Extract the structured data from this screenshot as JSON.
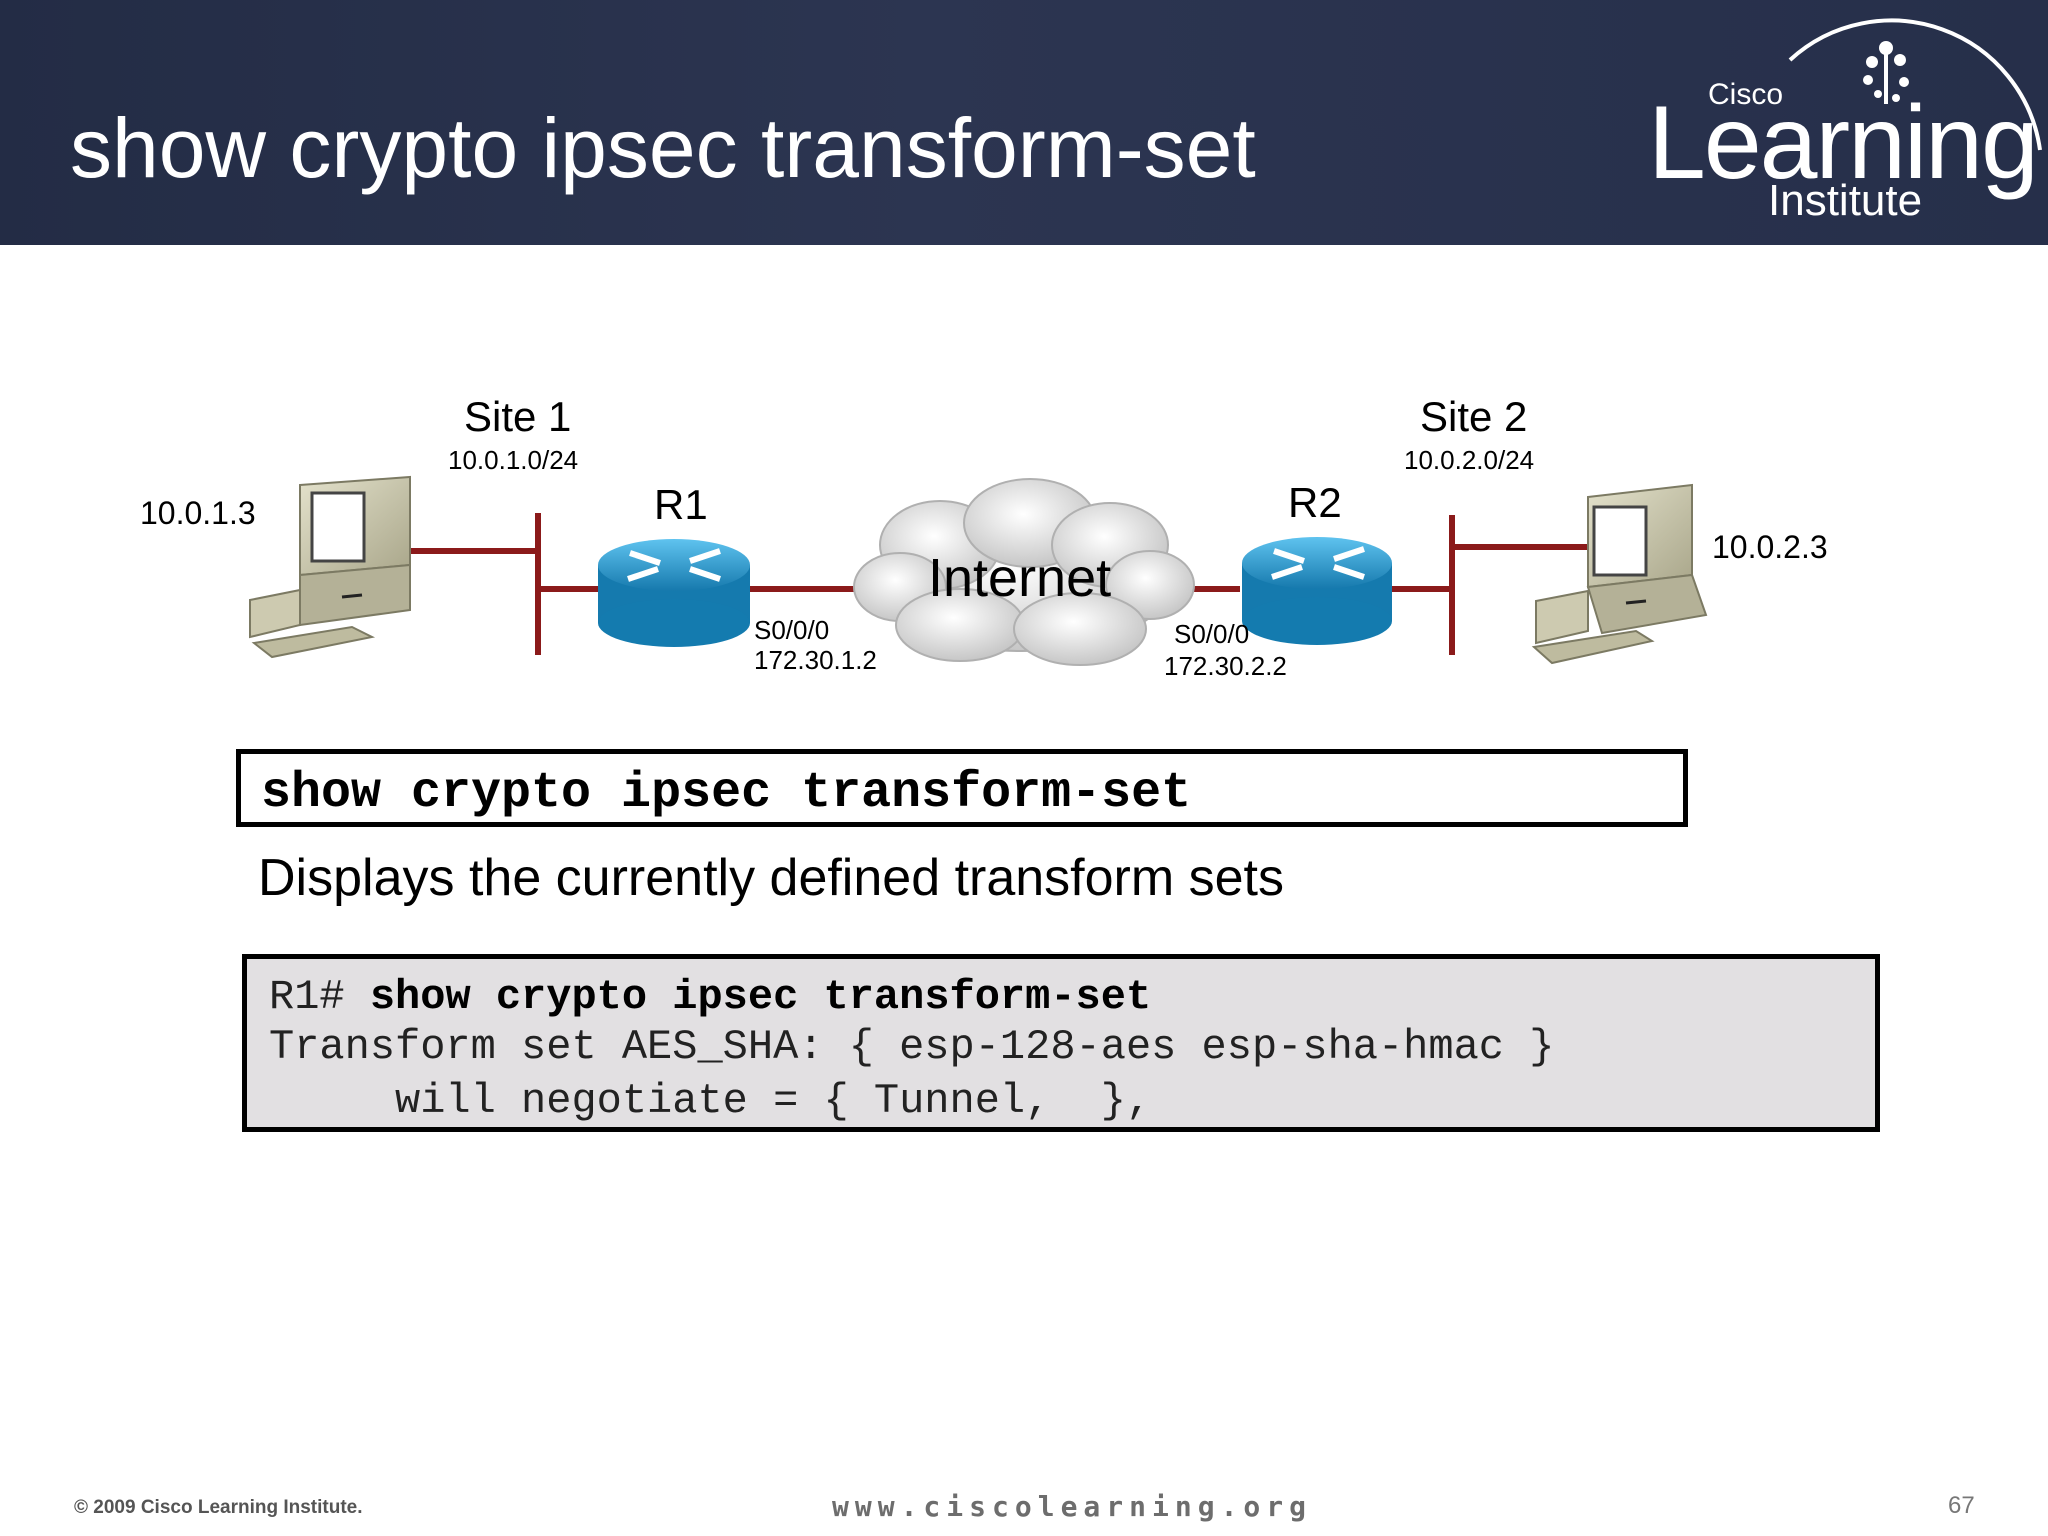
{
  "slide": {
    "title": "show crypto ipsec transform-set"
  },
  "logo": {
    "cisco": "Cisco",
    "learning": "Learning",
    "institute": "Institute"
  },
  "diagram": {
    "site1": {
      "name": "Site 1",
      "subnet": "10.0.1.0/24"
    },
    "site2": {
      "name": "Site 2",
      "subnet": "10.0.2.0/24"
    },
    "host1": "10.0.1.3",
    "host2": "10.0.2.3",
    "r1": {
      "name": "R1",
      "iface": "S0/0/0",
      "ip": "172.30.1.2"
    },
    "r2": {
      "name": "R2",
      "iface": "S0/0/0",
      "ip": "172.30.2.2"
    },
    "internet": "Internet",
    "colors": {
      "link": "#8b1a1a",
      "router": "#1e8fc4",
      "cloud": "#d8d8d8",
      "pc": "#c9c6aa"
    }
  },
  "command": {
    "syntax": "show crypto ipsec transform-set",
    "description": "Displays the currently defined transform sets"
  },
  "output": {
    "prompt": "R1# ",
    "command": "show crypto ipsec transform-set",
    "line2": "Transform set AES_SHA: { esp-128-aes esp-sha-hmac }",
    "line3": "     will negotiate = { Tunnel,  },"
  },
  "footer": {
    "copyright": "© 2009 Cisco Learning Institute.",
    "url": "www.ciscolearning.org",
    "page": "67"
  }
}
